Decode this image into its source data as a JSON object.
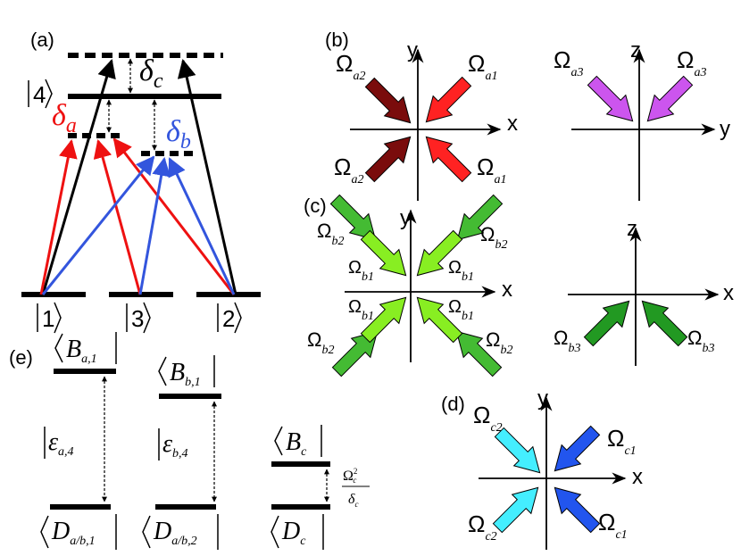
{
  "panels": {
    "a": "(a)",
    "b": "(b)",
    "c": "(c)",
    "d": "(d)",
    "e": "(e)"
  },
  "omega": "Ω",
  "level_diagram": {
    "k4": "4",
    "k1": "1",
    "k3": "3",
    "k2": "2",
    "delta": "δ",
    "delta_c_sub": "c",
    "delta_a_sub": "a",
    "delta_b_sub": "b",
    "colors": {
      "red": "#ee1111",
      "blue": "#3355dd",
      "black": "#000000"
    }
  },
  "axes": {
    "x": "x",
    "y": "y",
    "z": "z"
  },
  "panel_b": {
    "left": {
      "tl": "a2",
      "tr": "a1",
      "bl": "a2",
      "br": "a1"
    },
    "right": {
      "tl": "a3",
      "tr": "a3"
    },
    "colors": {
      "a2": "#7a0c0c",
      "a1": "#ff2222",
      "a3": "#cc55ee"
    }
  },
  "panel_c": {
    "left": {
      "outer_tl": "b2",
      "outer_tr": "b2",
      "inner_tl": "b1",
      "inner_tr": "b1",
      "inner_bl": "b1",
      "inner_br": "b1",
      "outer_bl": "b2",
      "outer_br": "b2"
    },
    "right": {
      "bl": "b3",
      "br": "b3"
    },
    "colors": {
      "b2": "#44bb33",
      "b1": "#88ee22",
      "b3": "#229922"
    }
  },
  "panel_d": {
    "tl": "c2",
    "tr": "c1",
    "bl": "c2",
    "br": "c1",
    "colors": {
      "c2": "#44eeff",
      "c1": "#2255ee"
    }
  },
  "panel_e": {
    "B": "B",
    "D": "D",
    "eps": "ε",
    "Ba1": "a,1",
    "Bb1": "b,1",
    "Bc": "c",
    "ea4": "a,4",
    "eb4": "b,4",
    "Dab1": "a/b,1",
    "Dab2": "a/b,2",
    "Dc": "c",
    "frac_num": "Ω",
    "frac_num_sup": "2",
    "frac_num_sub": "c",
    "frac_den": "δ",
    "frac_den_sub": "c"
  }
}
